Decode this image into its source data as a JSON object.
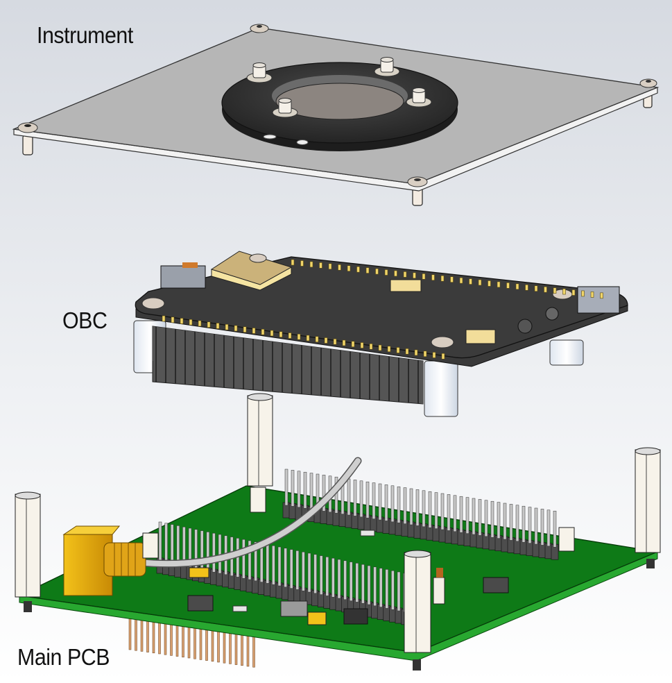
{
  "labels": {
    "instrument": "Instrument",
    "obc": "OBC",
    "main_pcb": "Main PCB"
  },
  "colors": {
    "background_top": "#d7dbe2",
    "background_bottom": "#ffffff",
    "instrument_plate": "#b4b4b4",
    "instrument_ring": "#2e2e2e",
    "obc_board": "#3c3c3c",
    "obc_module": "#e8d48e",
    "main_pcb": "#0f7a17",
    "pcb_edge": "#22a52a",
    "connector_gold": "#e8b012",
    "standoff": "#f3efe6",
    "header_pins": "#9a9a9a"
  },
  "components": [
    {
      "name": "instrument-plate",
      "layer": "Instrument"
    },
    {
      "name": "obc-board",
      "layer": "OBC"
    },
    {
      "name": "main-pcb-board",
      "layer": "Main PCB"
    }
  ]
}
